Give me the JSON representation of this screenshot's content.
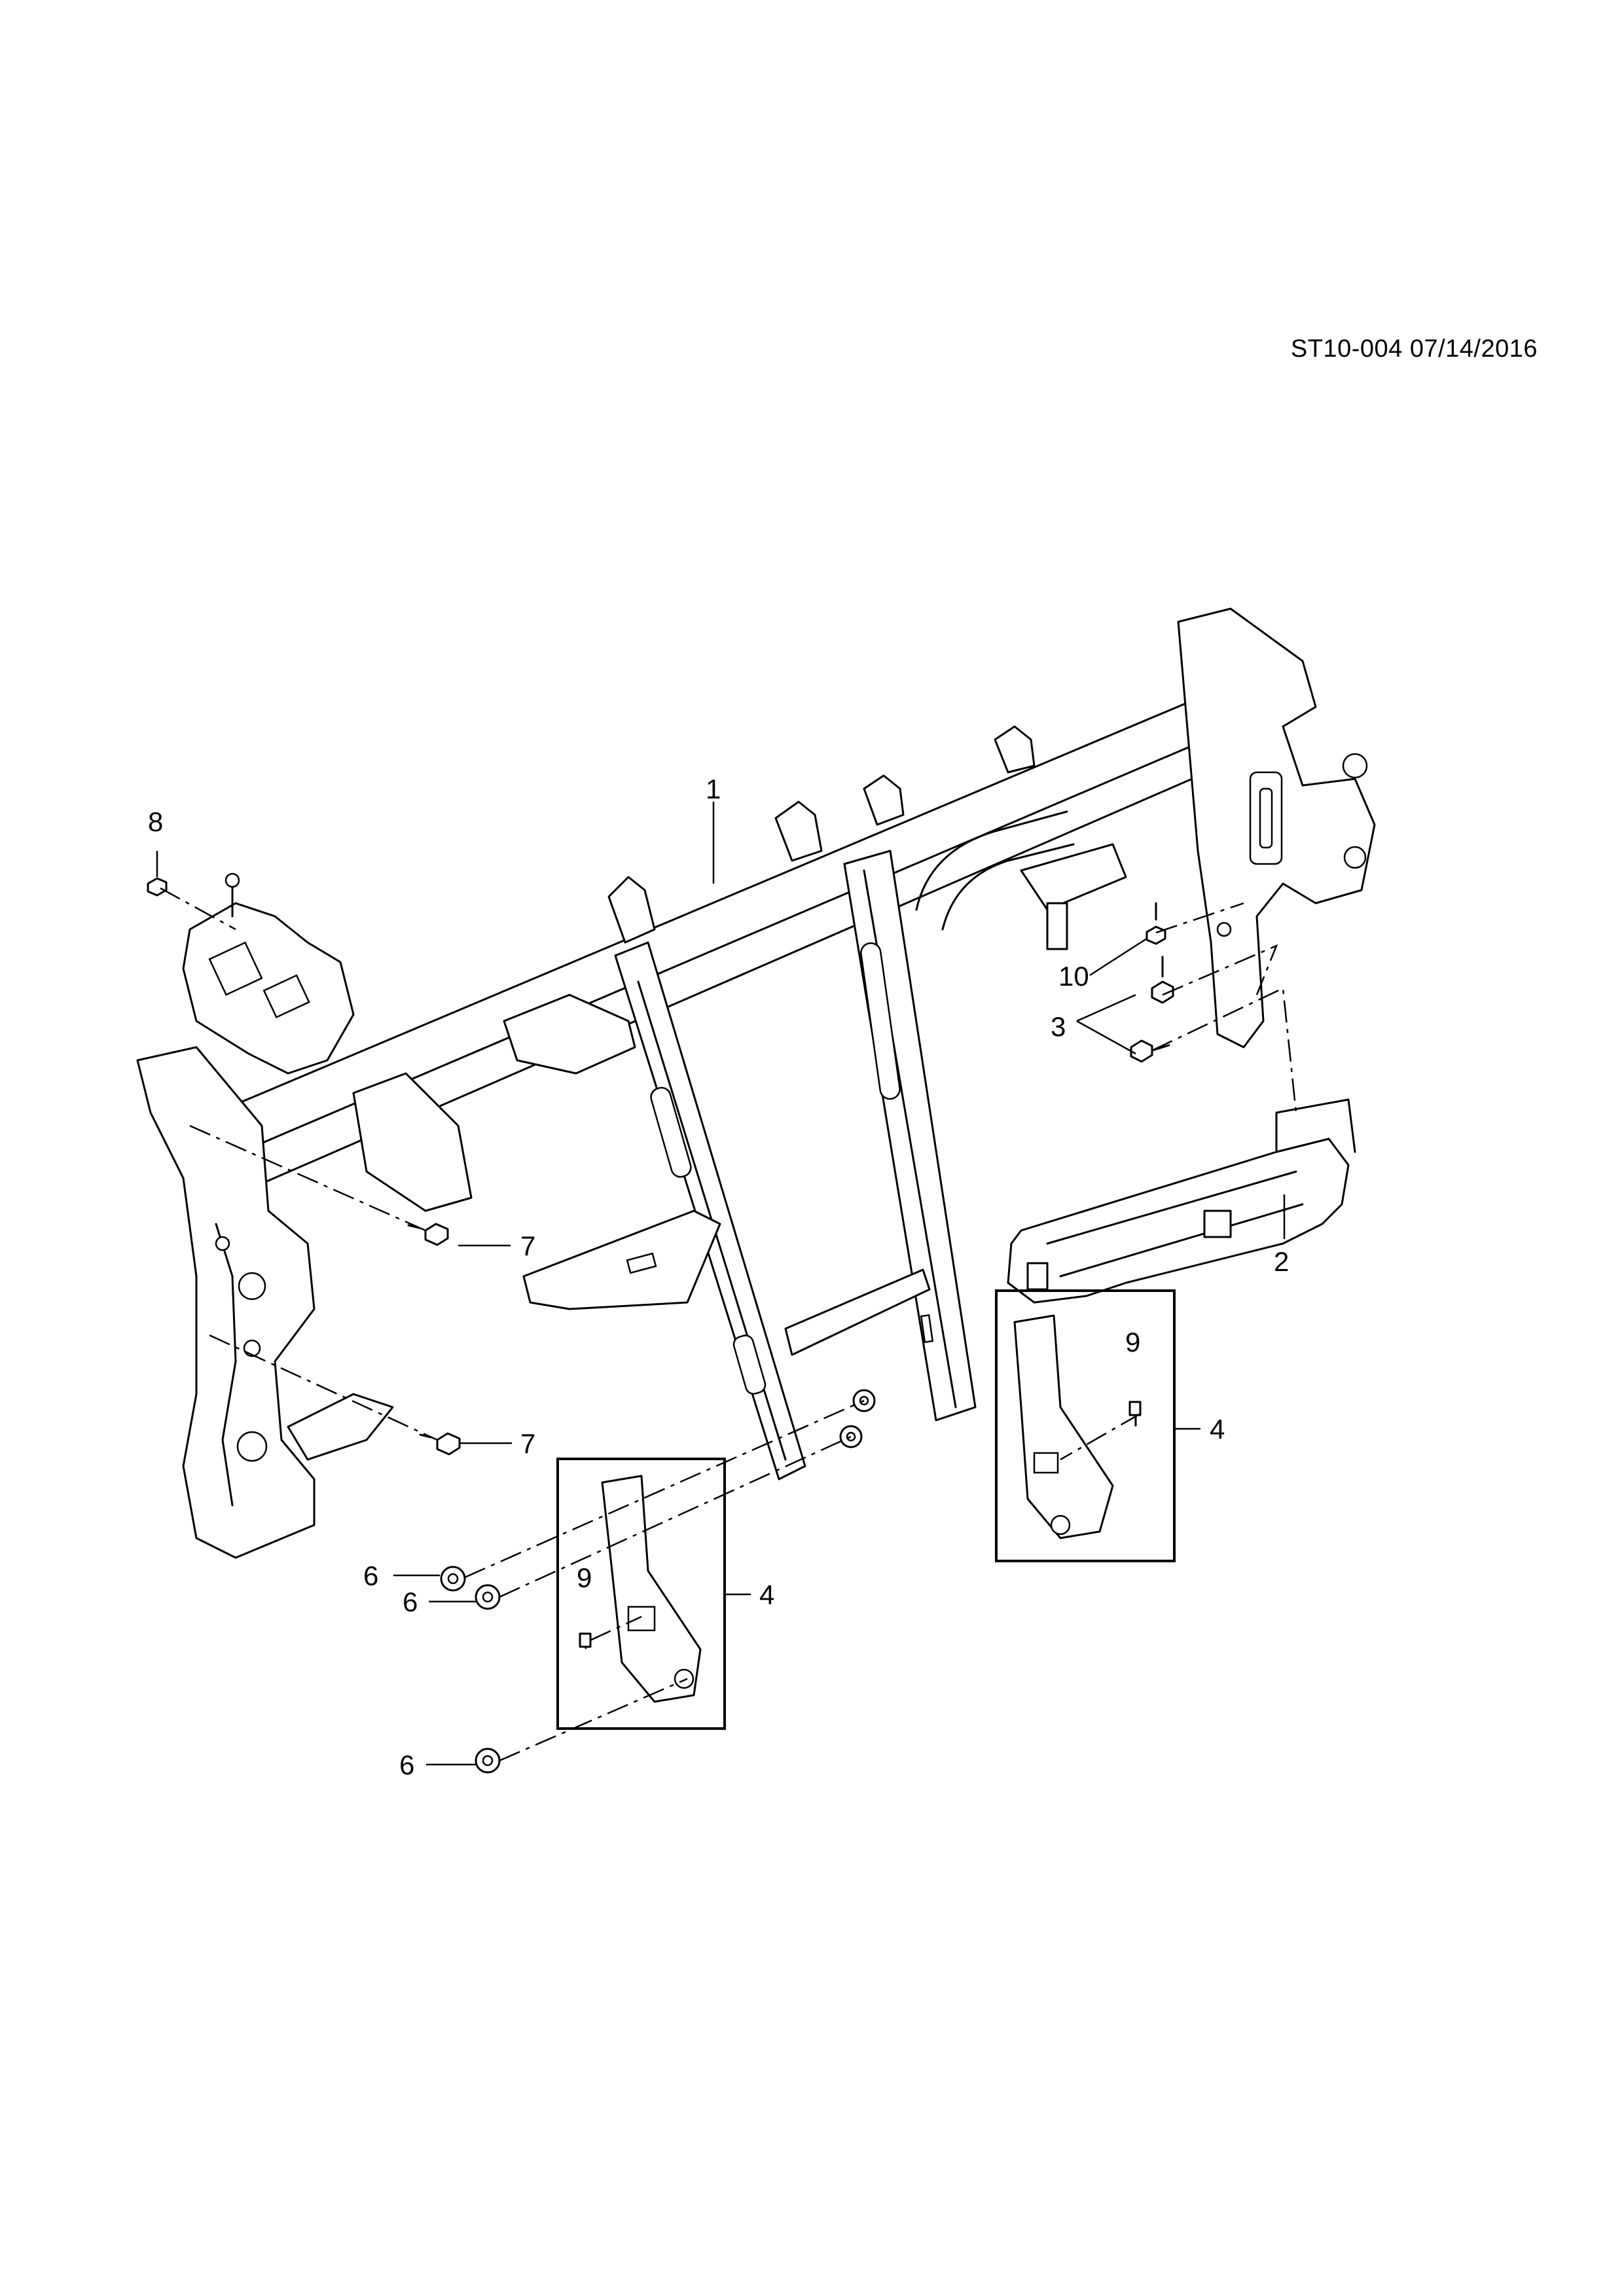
{
  "document_id": "ST10-004 07/14/2016",
  "callouts": {
    "c1": "1",
    "c2": "2",
    "c3": "3",
    "c4_right": "4",
    "c4_left": "4",
    "c6_a": "6",
    "c6_b": "6",
    "c6_c": "6",
    "c7_a": "7",
    "c7_b": "7",
    "c8": "8",
    "c9_right": "9",
    "c9_left": "9",
    "c10": "10"
  }
}
